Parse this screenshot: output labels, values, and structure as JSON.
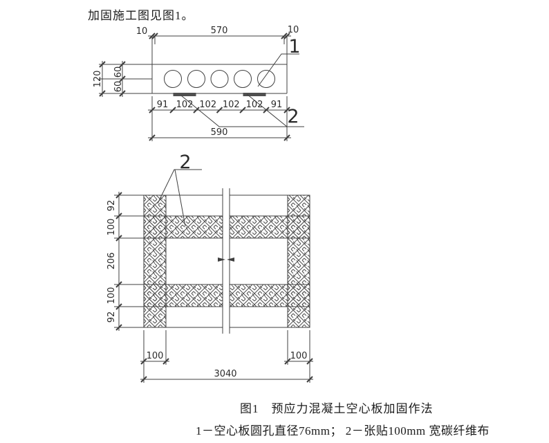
{
  "page": {
    "intro_text": "加固施工图见图1。"
  },
  "figure": {
    "caption": "图1　预应力混凝土空心板加固作法",
    "legend": "1－空心板圆孔直径76mm； 2－张贴100mm 宽碳纤维布"
  },
  "section_view": {
    "top_dims": [
      "10",
      "570",
      "10"
    ],
    "height_total": "120",
    "height_halves": [
      "60",
      "60"
    ],
    "spacings": [
      "91",
      "102",
      "102",
      "102",
      "102",
      "91"
    ],
    "overall_width": "590",
    "callout_hole": "1",
    "callout_strip": "2",
    "hole_count": 5
  },
  "plan_view": {
    "width_segs": [
      "92",
      "100",
      "206",
      "100",
      "92"
    ],
    "end_strip_dims": [
      "100",
      "100"
    ],
    "overall_length": "3040",
    "callout_strip": "2"
  },
  "colors": {
    "line": "#3f3f3f",
    "text": "#2a2a2a",
    "strip_fill": "#4f4f4f",
    "background": "#ffffff"
  }
}
